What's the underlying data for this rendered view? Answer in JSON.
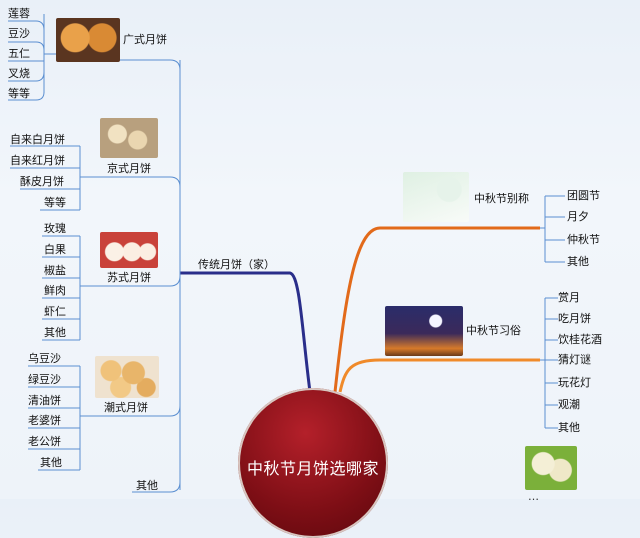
{
  "center_topic": "中秋节月饼选哪家",
  "left": {
    "traditional": "传统月饼（家）",
    "cantonese": {
      "label": "广式月饼",
      "items": [
        "莲蓉",
        "豆沙",
        "五仁",
        "叉烧",
        "等等"
      ]
    },
    "beijing": {
      "label": "京式月饼",
      "items": [
        "自来白月饼",
        "自来红月饼",
        "酥皮月饼",
        "等等"
      ]
    },
    "suzhou": {
      "label": "苏式月饼",
      "items": [
        "玫瑰",
        "白果",
        "椒盐",
        "鲜肉",
        "虾仁",
        "其他"
      ]
    },
    "chaozhou": {
      "label": "潮式月饼",
      "items": [
        "乌豆沙",
        "绿豆沙",
        "清油饼",
        "老婆饼",
        "老公饼",
        "其他"
      ]
    },
    "other": "其他"
  },
  "right": {
    "alias": {
      "label": "中秋节别称",
      "items": [
        "团圆节",
        "月夕",
        "仲秋节",
        "其他"
      ]
    },
    "customs": {
      "label": "中秋节习俗",
      "items": [
        "赏月",
        "吃月饼",
        "饮桂花酒",
        "猜灯谜",
        "玩花灯",
        "观潮",
        "其他"
      ]
    },
    "bottom_partial": "…"
  },
  "colors": {
    "left_branch": "#4a7fc1",
    "main_left": "#2a2e8a",
    "alias_branch": "#e26a1a",
    "customs_branch": "#f08a2a",
    "center_fill": "#8a1019"
  }
}
